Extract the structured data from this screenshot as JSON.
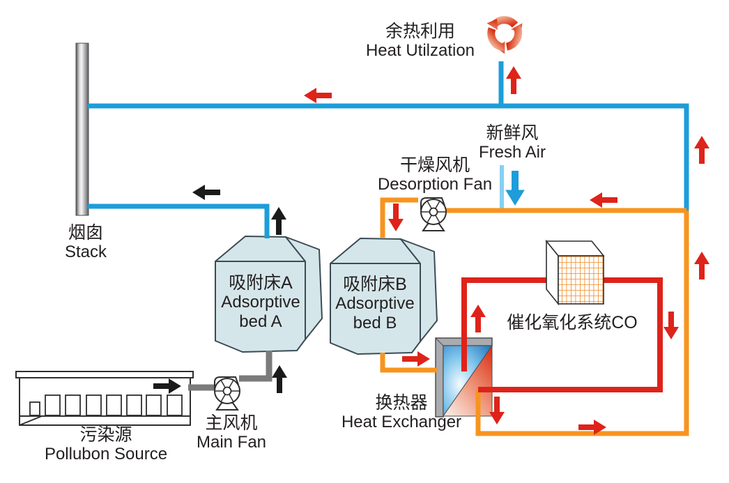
{
  "diagram_title": "Adsorption / catalytic oxidation VOC treatment process flow",
  "colors": {
    "blue": "#1d9dd9",
    "lightblue": "#84d0f2",
    "orange": "#f7941e",
    "red": "#de231a",
    "pipe_gray": "#7b7b7b",
    "arrow_black": "#1a1a1a",
    "bed_fill": "#d5e6ea",
    "bed_stroke": "#3c4b55",
    "outline": "#2e2e2e",
    "text": "#231f20"
  },
  "icons": {
    "recycle": "recycle-icon",
    "desorption_fan": "fan-icon",
    "main_fan": "fan-icon",
    "catalytic_cube": "catalyst-cube-icon",
    "heat_exchanger": "heat-exchanger-icon",
    "stack": "stack-icon",
    "factory": "factory-building-icon"
  },
  "nodes": {
    "heat_utilization": {
      "zh": "余热利用",
      "en": "Heat Utilzation"
    },
    "fresh_air": {
      "zh": "新鲜风",
      "en": "Fresh Air"
    },
    "desorption_fan": {
      "zh": "干燥风机",
      "en": "Desorption Fan"
    },
    "stack": {
      "zh": "烟囱",
      "en": "Stack"
    },
    "bed_a": {
      "zh": "吸附床A",
      "en1": "Adsorptive",
      "en2": "bed A"
    },
    "bed_b": {
      "zh": "吸附床B",
      "en1": "Adsorptive",
      "en2": "bed B"
    },
    "catalytic_oxidation": {
      "zh": "催化氧化系统CO"
    },
    "heat_exchanger": {
      "zh": "换热器",
      "en": "Heat Exchanger"
    },
    "main_fan": {
      "zh": "主风机",
      "en": "Main Fan"
    },
    "pollution_source": {
      "zh": "污染源",
      "en": "Pollubon Source"
    }
  }
}
